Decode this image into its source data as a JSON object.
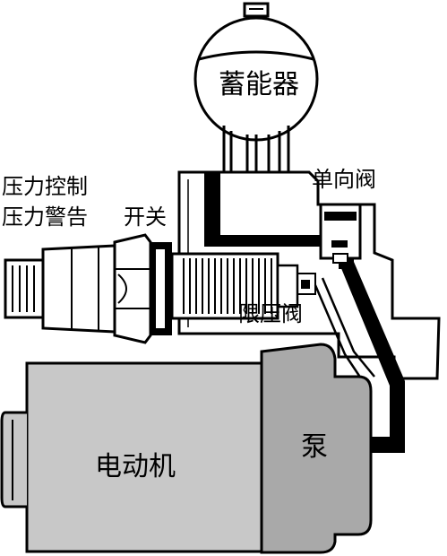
{
  "labels": {
    "accumulator": "蓄能器",
    "check_valve": "单向阀",
    "pressure_control": "压力控制",
    "pressure_warning": "压力警告",
    "switch": "开关",
    "relief_valve": "限压阀",
    "motor": "电动机",
    "pump": "泵"
  },
  "colors": {
    "outline": "#000000",
    "motor_fill": "#c8c8c8",
    "pump_fill": "#a9a9a9",
    "housing_fill": "#ffffff",
    "hydraulic_line": "#000000"
  }
}
